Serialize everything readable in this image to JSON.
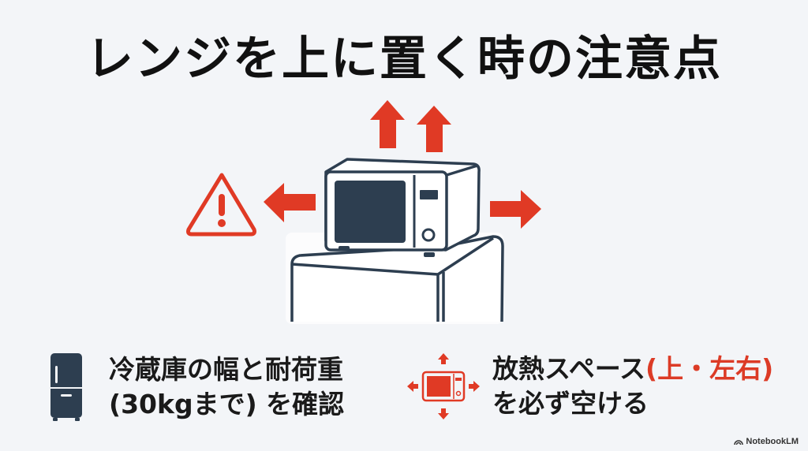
{
  "title": "レンジを上に置く時の注意点",
  "illustration": {
    "description": "Microwave on top of refrigerator with heat-dissipation arrows",
    "icons": [
      "warning-triangle-icon",
      "microwave-icon",
      "refrigerator-icon",
      "arrow-up-icon",
      "arrow-left-icon",
      "arrow-right-icon"
    ]
  },
  "features": [
    {
      "icon": "refrigerator-icon",
      "line1": "冷蔵庫の幅と耐荷重",
      "line2": "(30kgまで) を確認"
    },
    {
      "icon": "microwave-heat-space-icon",
      "line1_main": "放熱スペース",
      "line1_accent": "(上・左右)",
      "line2": "を必ず空ける"
    }
  ],
  "colors": {
    "accent": "#dc3b26",
    "navy": "#2d3e50",
    "background": "#f3f5f8"
  },
  "brand": "NotebookLM"
}
